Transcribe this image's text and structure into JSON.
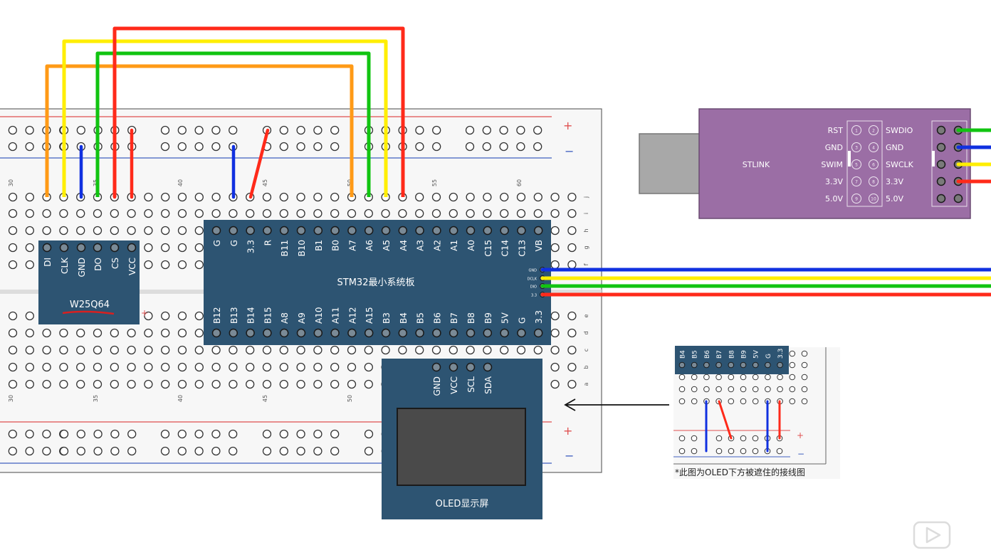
{
  "breadboard": {
    "column_numbers_top": [
      "30",
      "35",
      "40",
      "45",
      "50",
      "55",
      "60"
    ],
    "column_numbers_bottom": [
      "30",
      "35",
      "40",
      "45",
      "50"
    ],
    "row_letters_top": [
      "j",
      "i",
      "h",
      "g",
      "f"
    ],
    "row_letters_bottom": [
      "e",
      "d",
      "c",
      "b",
      "a"
    ],
    "rail_plus": "+",
    "rail_minus": "−"
  },
  "w25q64": {
    "name": "W25Q64",
    "pins": [
      "DI",
      "CLK",
      "GND",
      "DO",
      "CS",
      "VCC"
    ]
  },
  "stm32": {
    "name": "STM32最小系统板",
    "top_pins": [
      "G",
      "G",
      "3.3",
      "R",
      "B11",
      "B10",
      "B1",
      "B0",
      "A7",
      "A6",
      "A5",
      "A4",
      "A3",
      "A2",
      "A1",
      "A0",
      "C15",
      "C14",
      "C13",
      "VB"
    ],
    "bottom_pins": [
      "B12",
      "B13",
      "B14",
      "B15",
      "A8",
      "A9",
      "A10",
      "A11",
      "A12",
      "A15",
      "B3",
      "B4",
      "B5",
      "B6",
      "B7",
      "B8",
      "B9",
      "5V",
      "G",
      "3.3"
    ],
    "debug_pins": [
      "GND",
      "DCLK",
      "DIO",
      "3.3"
    ]
  },
  "oled": {
    "name": "OLED显示屏",
    "pins": [
      "GND",
      "VCC",
      "SCL",
      "SDA"
    ]
  },
  "stlink": {
    "name": "STLINK",
    "left_labels": [
      "RST",
      "GND",
      "SWIM",
      "3.3V",
      "5.0V"
    ],
    "right_labels": [
      "SWDIO",
      "GND",
      "SWCLK",
      "3.3V",
      "5.0V"
    ],
    "pin_numbers": [
      "1",
      "2",
      "3",
      "4",
      "5",
      "6",
      "7",
      "8",
      "9",
      "10"
    ]
  },
  "inset": {
    "pins": [
      "B4",
      "B5",
      "B6",
      "B7",
      "B8",
      "B9",
      "5V",
      "G",
      "3.3"
    ],
    "caption": "*此图为OLED下方被遮住的接线图",
    "rail_plus": "+",
    "rail_minus": "−"
  },
  "colors": {
    "board": "#2d5472",
    "stlink": "#9b6ea5",
    "wire_red": "#ff2a1a",
    "wire_yellow": "#ffee00",
    "wire_green": "#11c411",
    "wire_orange": "#ff9a16",
    "wire_blue": "#1030e0",
    "rail_red": "#e05050",
    "rail_blue": "#4060c0"
  }
}
